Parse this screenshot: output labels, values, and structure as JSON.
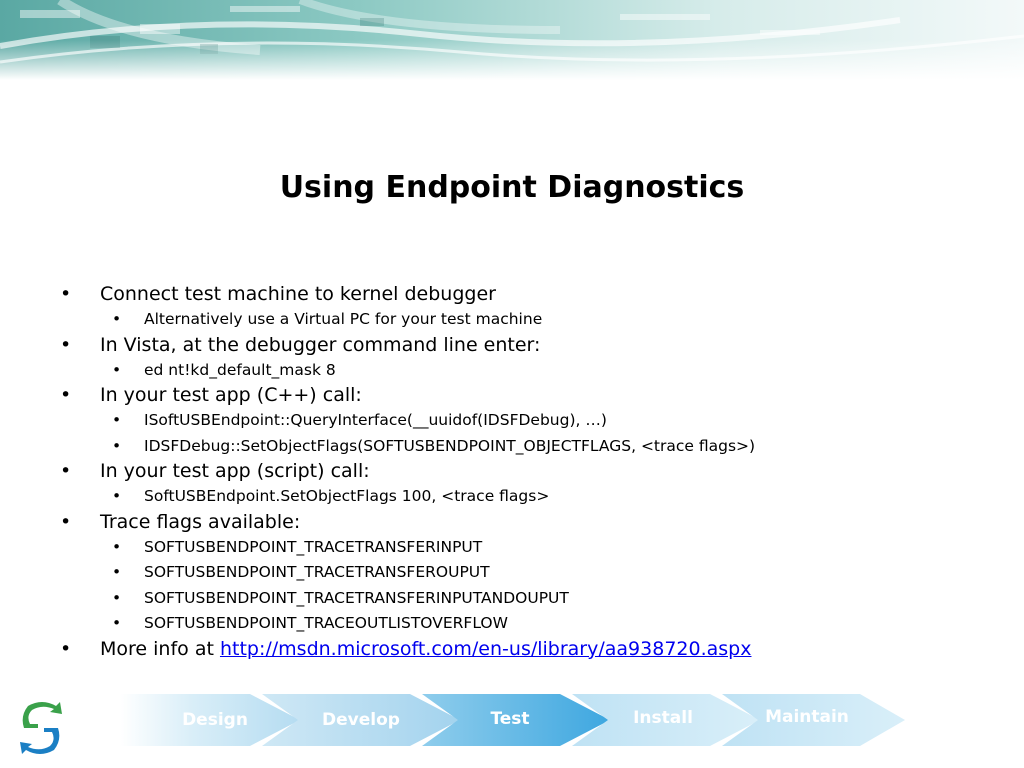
{
  "slide": {
    "title": "Using Endpoint Diagnostics",
    "items": [
      {
        "level": 1,
        "text": "Connect test machine to kernel debugger"
      },
      {
        "level": 2,
        "text": "Alternatively use a Virtual PC for your test machine"
      },
      {
        "level": 1,
        "text": "In Vista, at the debugger command line enter:"
      },
      {
        "level": 2,
        "text": "ed nt!kd_default_mask 8"
      },
      {
        "level": 1,
        "text": "In your test app (C++) call:"
      },
      {
        "level": 2,
        "text": "ISoftUSBEndpoint::QueryInterface(__uuidof(IDSFDebug), …)"
      },
      {
        "level": 2,
        "text": "IDSFDebug::SetObjectFlags(SOFTUSBENDPOINT_OBJECTFLAGS, <trace flags>)"
      },
      {
        "level": 1,
        "text": "In your test app (script) call:"
      },
      {
        "level": 2,
        "text": "SoftUSBEndpoint.SetObjectFlags 100, <trace flags>"
      },
      {
        "level": 1,
        "text": "Trace flags available:"
      },
      {
        "level": 2,
        "text": "SOFTUSBENDPOINT_TRACETRANSFERINPUT"
      },
      {
        "level": 2,
        "text": "SOFTUSBENDPOINT_TRACETRANSFEROUPUT"
      },
      {
        "level": 2,
        "text": "SOFTUSBENDPOINT_TRACETRANSFERINPUTANDOUPUT"
      },
      {
        "level": 2,
        "text": "SOFTUSBENDPOINT_TRACEOUTLISTOVERFLOW"
      }
    ],
    "more_info": {
      "prefix": "More info at ",
      "link": "http://msdn.microsoft.com/en-us/library/aa938720.aspx"
    },
    "bullet_char": "•"
  },
  "footer": {
    "stages": [
      "Design",
      "Develop",
      "Test",
      "Install",
      "Maintain"
    ],
    "active_stage": "Test"
  },
  "colors": {
    "banner_teal": "#6fb8b3",
    "arrow_light": "#cfe8f5",
    "arrow_mid": "#a9d6ee",
    "arrow_active": "#4fb0e3",
    "logo_green": "#3aa14a",
    "logo_blue": "#1b7fc4"
  }
}
